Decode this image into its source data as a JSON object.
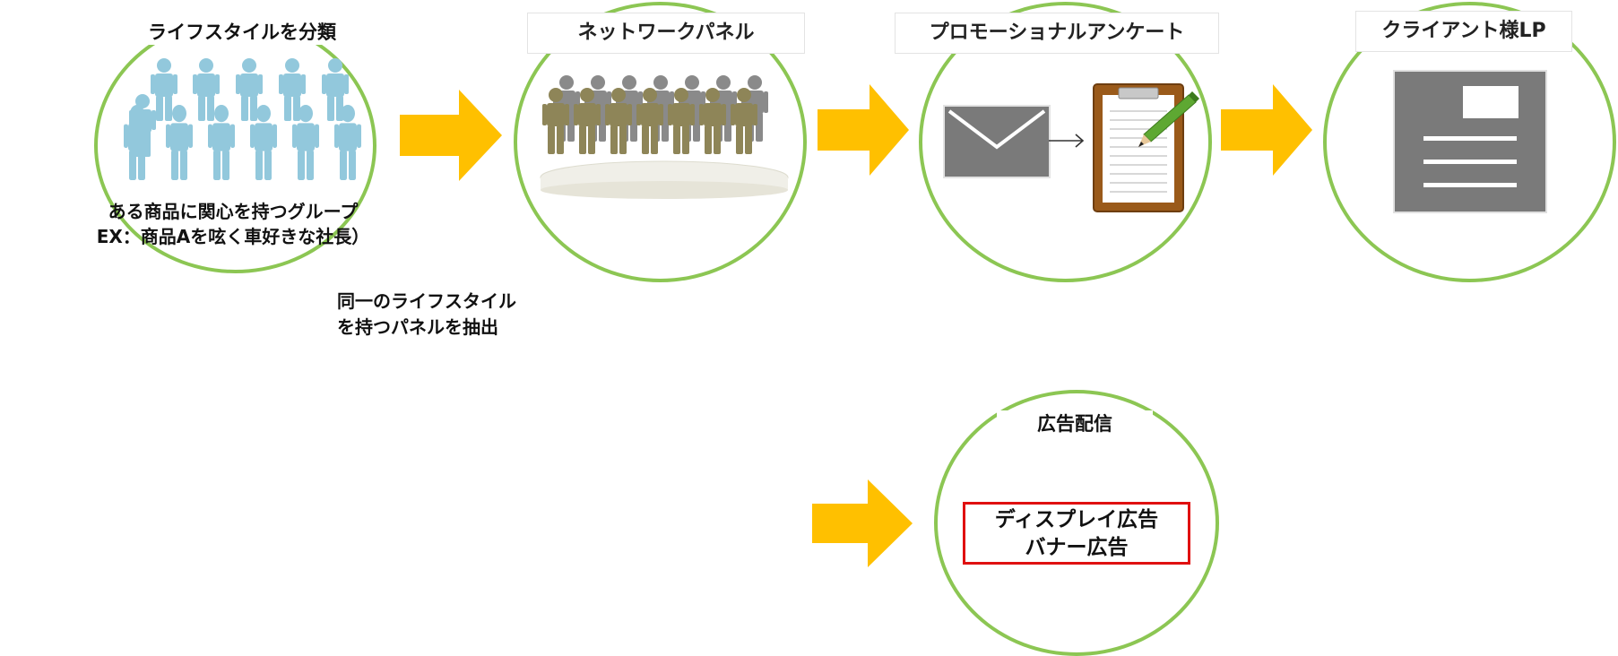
{
  "nodes": {
    "lifestyle": {
      "title": "ライフスタイルを分類",
      "caption_lines": [
        "ある商品に関心を持つグループ",
        "EX：商品Aを呟く車好きな社長）"
      ]
    },
    "panel": {
      "title": "ネットワークパネル"
    },
    "survey": {
      "title": "プロモーショナルアンケート"
    },
    "client": {
      "title": "クライアント様LP"
    },
    "ads": {
      "title": "広告配信",
      "box_lines": [
        "ディスプレイ広告",
        "バナー広告"
      ]
    }
  },
  "extract_note_lines": [
    "同一のライフスタイル",
    "を持つパネルを抽出"
  ],
  "colors": {
    "circle_border": "#8cc653",
    "arrow": "#ffc000",
    "people_blue": "#92c8dc",
    "people_olive": "#8e8558",
    "people_gray": "#8a8a8a",
    "icon_gray": "#7a7a7a",
    "clipboard_brown": "#9a5a1a",
    "pencil_green": "#5ea832",
    "highlight_red": "#e01010"
  }
}
